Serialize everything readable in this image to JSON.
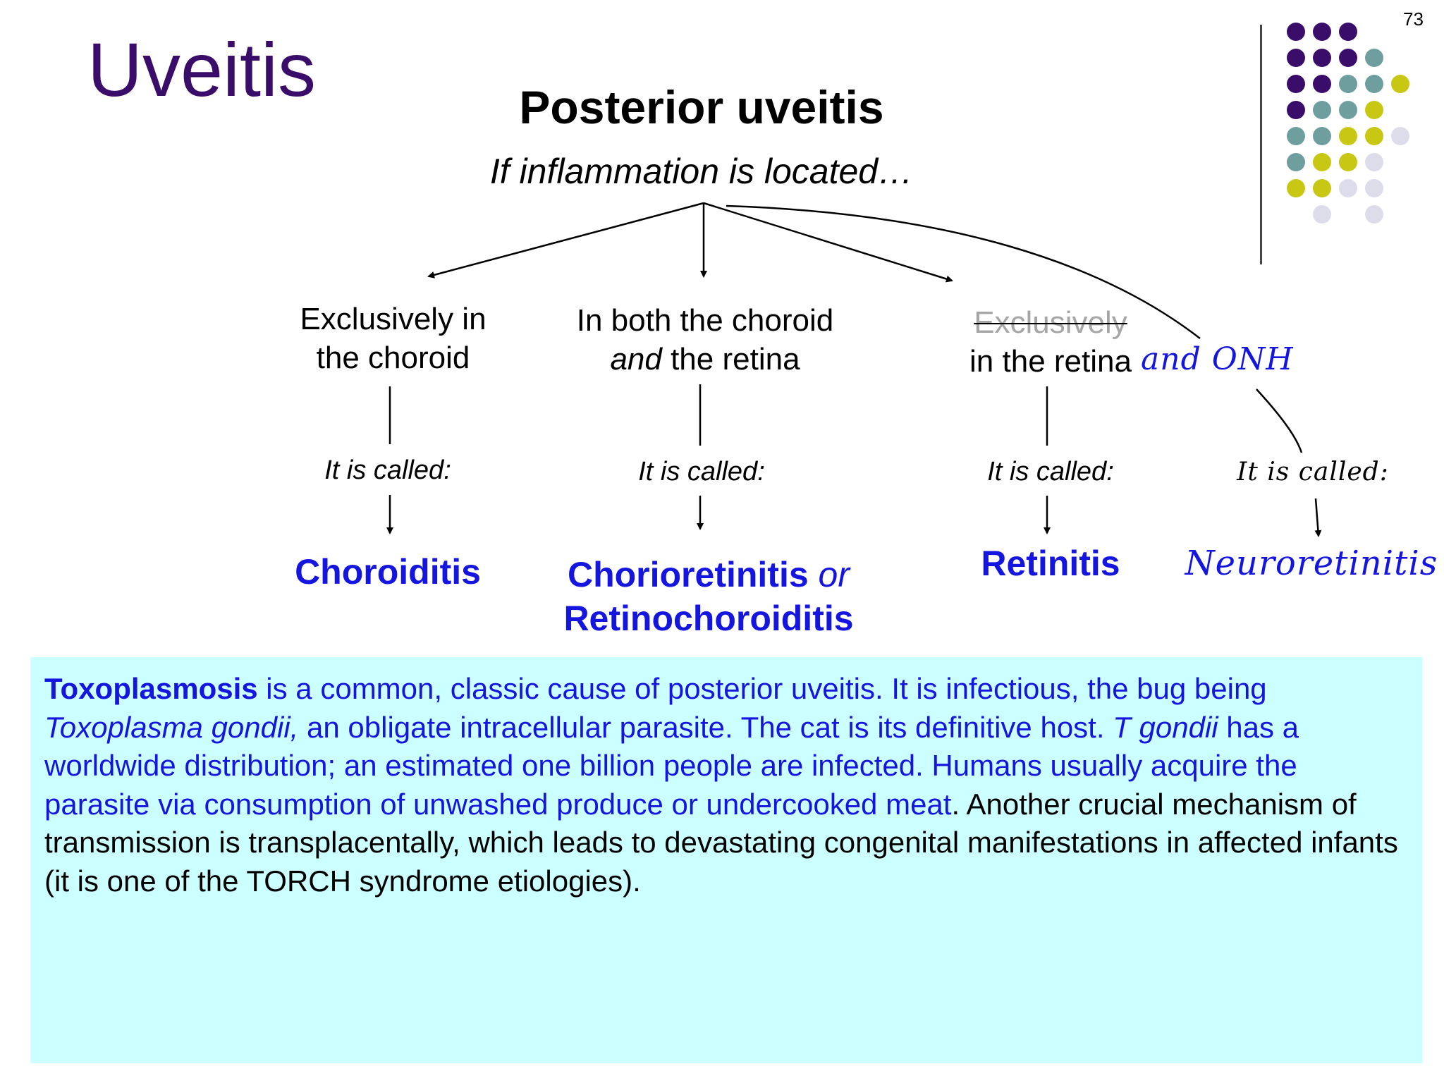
{
  "slide": {
    "title": "Uveitis",
    "page_number": "73"
  },
  "diagram": {
    "heading": "Posterior uveitis",
    "subheading": "If inflammation is located…",
    "branches": [
      {
        "line1": "Exclusively in",
        "line2": "the choroid",
        "called": "It is called:",
        "term": "Choroiditis"
      },
      {
        "line1": "In both the choroid",
        "line2_em": "and",
        "line2_rest": " the retina",
        "called": "It is called:",
        "term_main": "Chorioretinitis",
        "term_or": " or",
        "term_alt": "Retinochoroiditis"
      },
      {
        "struck": "Exclusively",
        "line2": "in the retina",
        "called": "It is called:",
        "term": "Retinitis"
      },
      {
        "annotation": "and ONH",
        "called": "It is called:",
        "term": "Neuroretinitis"
      }
    ]
  },
  "textbox": {
    "lead": "Toxoplasmosis",
    "s1": " is a common, classic cause of posterior uveitis. It is infectious, the bug being ",
    "organism": "Toxoplasma gondii,",
    "s2": " an obligate intracellular parasite. The cat is its definitive host. ",
    "abbrev": "T gondii",
    "s3": " has a worldwide distribution; an estimated one billion people are infected. Humans usually acquire the parasite via consumption of unwashed produce or undercooked meat",
    "s4": ". Another crucial mechanism of transmission is transplacentally, which leads to devastating congenital manifestations in affected infants (it is one of the TORCH syndrome etiologies)."
  },
  "colors": {
    "title": "#3a0d6b",
    "term_blue": "#1515e0",
    "textbox_bg": "#ccffff",
    "dot_purple": "#3a0d6b",
    "dot_teal": "#6e9e9e",
    "dot_yellow": "#c8c814",
    "dot_lavender": "#dcdcea"
  },
  "decoration": {
    "dot_grid": [
      [
        "purple",
        "purple",
        "purple",
        "none",
        "none"
      ],
      [
        "purple",
        "purple",
        "purple",
        "teal",
        "none"
      ],
      [
        "purple",
        "purple",
        "teal",
        "teal",
        "yellow"
      ],
      [
        "purple",
        "teal",
        "teal",
        "yellow",
        "none"
      ],
      [
        "teal",
        "teal",
        "yellow",
        "yellow",
        "lavender"
      ],
      [
        "teal",
        "yellow",
        "yellow",
        "lavender",
        "none"
      ],
      [
        "yellow",
        "yellow",
        "lavender",
        "lavender",
        "none"
      ],
      [
        "none",
        "lavender",
        "none",
        "lavender",
        "none"
      ]
    ]
  }
}
